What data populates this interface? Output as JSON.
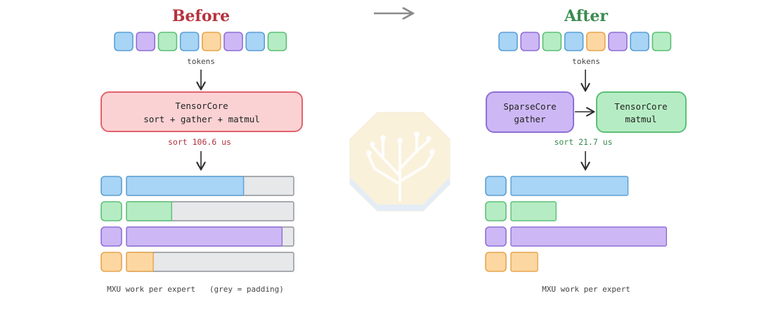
{
  "colors": {
    "blue": "#a8d4f5",
    "blue_stroke": "#5a9fd4",
    "purple": "#cdb8f5",
    "purple_stroke": "#8e6fd6",
    "green": "#b6ecc3",
    "green_stroke": "#5cbf78",
    "orange": "#fdd7a2",
    "orange_stroke": "#e6a54d",
    "grey": "#e6e8ea",
    "grey_stroke": "#8d9196",
    "red_fill": "#fbd2d4",
    "red_stroke": "#e2636c",
    "before_title": "#b5323d",
    "after_title": "#3a8a4f",
    "sort_before": "#b5323d",
    "sort_after": "#3a8a4f",
    "arrow": "#2b2b2b",
    "mid_arrow": "#8a8a8a"
  },
  "before": {
    "title": "Before",
    "tokens": [
      "blue",
      "purple",
      "green",
      "blue",
      "orange",
      "purple",
      "blue",
      "green"
    ],
    "tokens_label": "tokens",
    "core": {
      "name": "TensorCore",
      "ops": "sort + gather + matmul"
    },
    "sort_label": "sort 106.6 us",
    "bars": [
      {
        "color": "blue",
        "fill": 0.7
      },
      {
        "color": "green",
        "fill": 0.27
      },
      {
        "color": "purple",
        "fill": 0.93
      },
      {
        "color": "orange",
        "fill": 0.16
      }
    ],
    "caption": "MXU work per expert   (grey = padding)"
  },
  "after": {
    "title": "After",
    "tokens": [
      "blue",
      "purple",
      "green",
      "blue",
      "orange",
      "purple",
      "blue",
      "green"
    ],
    "tokens_label": "tokens",
    "sparse": {
      "name": "SparseCore",
      "op": "gather"
    },
    "tensor": {
      "name": "TensorCore",
      "op": "matmul"
    },
    "sort_label": "sort 21.7 us",
    "bars": [
      {
        "color": "blue",
        "fill": 0.7
      },
      {
        "color": "green",
        "fill": 0.27
      },
      {
        "color": "purple",
        "fill": 0.93
      },
      {
        "color": "orange",
        "fill": 0.16
      }
    ],
    "caption": "MXU work per expert"
  }
}
